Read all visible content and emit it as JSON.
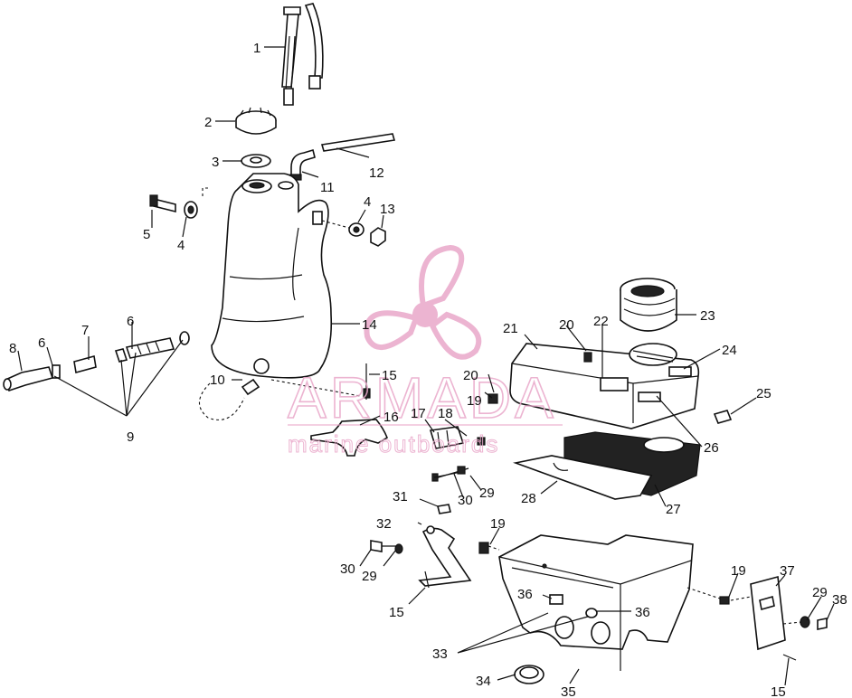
{
  "watermark": {
    "brand": "ARMADA",
    "tagline": "marine outboards",
    "color": "#e9a7c9"
  },
  "callouts": [
    "1",
    "2",
    "3",
    "4",
    "5",
    "6",
    "7",
    "8",
    "9",
    "10",
    "11",
    "12",
    "13",
    "14",
    "15",
    "16",
    "17",
    "18",
    "19",
    "20",
    "21",
    "22",
    "23",
    "24",
    "25",
    "26",
    "27",
    "28",
    "29",
    "30",
    "31",
    "32",
    "33",
    "34",
    "35",
    "36",
    "37",
    "38"
  ],
  "ink_color": "#111111"
}
